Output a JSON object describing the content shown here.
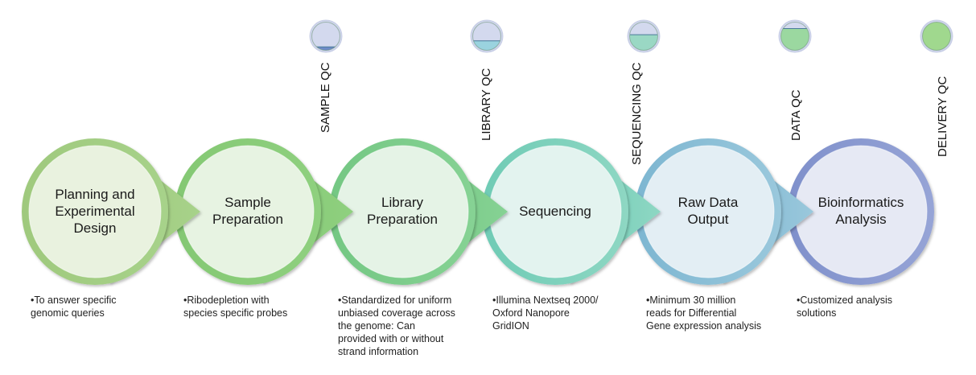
{
  "steps": [
    {
      "title_lines": [
        "Planning and",
        "Experimental",
        "Design"
      ],
      "desc_lines": [
        "•To answer specific",
        "genomic queries"
      ],
      "fill": "#e9f2df",
      "ring": "#a3c98a"
    },
    {
      "title_lines": [
        "Sample",
        "Preparation"
      ],
      "desc_lines": [
        "•Ribodepletion with",
        "species specific probes"
      ],
      "fill": "#e7f3e2",
      "ring": "#8ccc80"
    },
    {
      "title_lines": [
        "Library",
        "Preparation"
      ],
      "desc_lines": [
        "•Standardized for uniform",
        "unbiased coverage across",
        "the genome: Can",
        "provided with or without",
        "strand information"
      ],
      "fill": "#e5f3e6",
      "ring": "#7fcb8a"
    },
    {
      "title_lines": [
        "Sequencing"
      ],
      "desc_lines": [
        "•Illumina Nextseq 2000/",
        "Oxford Nanopore",
        "GridION"
      ],
      "fill": "#e3f3ef",
      "ring": "#7ccfbd"
    },
    {
      "title_lines": [
        "Raw Data",
        "Output"
      ],
      "desc_lines": [
        "•Minimum 30 million",
        "reads for Differential",
        "Gene expression analysis"
      ],
      "fill": "#e3eef4",
      "ring": "#82bbd3"
    },
    {
      "title_lines": [
        "Bioinformatics",
        "Analysis"
      ],
      "desc_lines": [
        "•Customized analysis",
        "solutions"
      ],
      "fill": "#e6e9f4",
      "ring": "#8294cc"
    }
  ],
  "qc": [
    {
      "label": "SAMPLE QC",
      "level": 0.15,
      "color": "#6e8cc8"
    },
    {
      "label": "LIBRARY QC",
      "level": 0.35,
      "color": "#9ad3df"
    },
    {
      "label": "SEQUENCING QC",
      "level": 0.55,
      "color": "#9ad8c4"
    },
    {
      "label": "DATA QC",
      "level": 0.75,
      "color": "#9bd8a0"
    },
    {
      "label": "DELIVERY QC",
      "level": 1.0,
      "color": "#a0d88e"
    }
  ],
  "qc_bulb_bg": "#d3d9ee"
}
